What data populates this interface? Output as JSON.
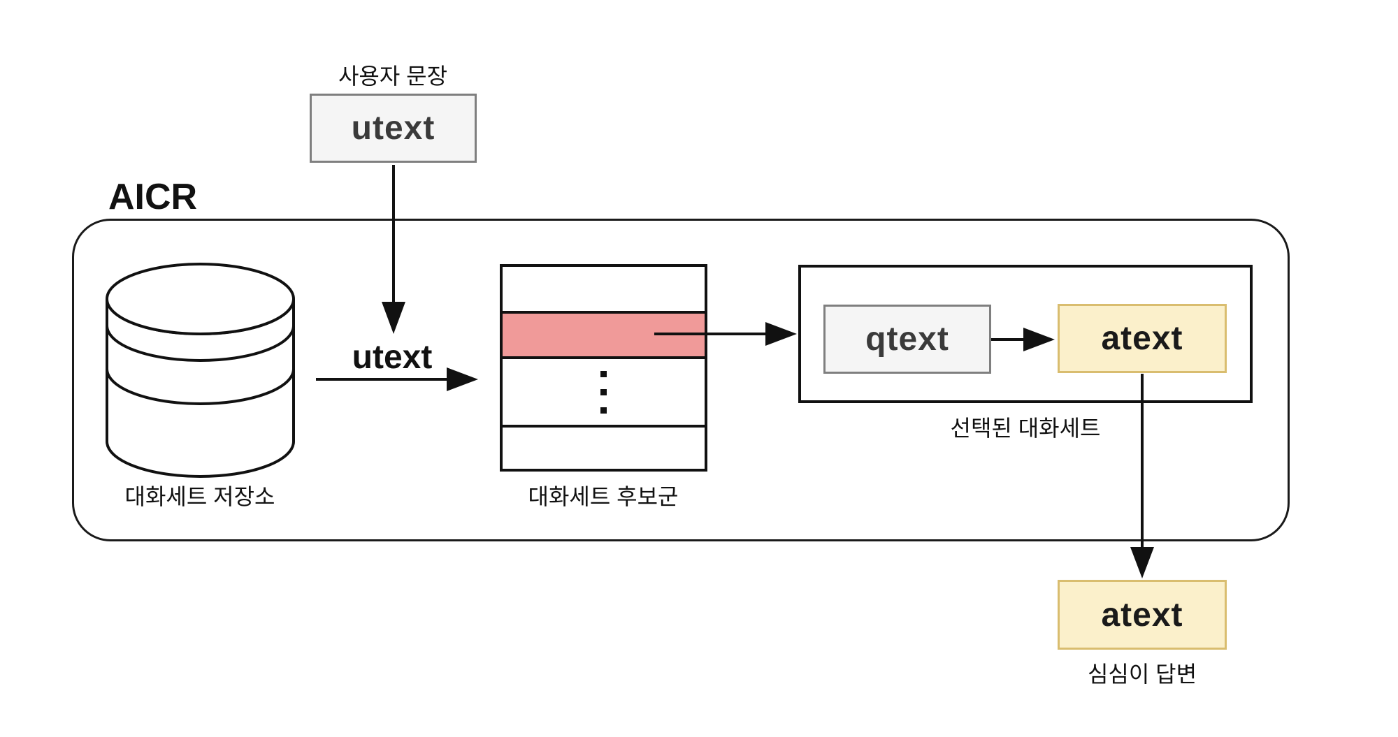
{
  "colors": {
    "pink": "#F09A99",
    "cream_fill": "#FBF0CB",
    "cream_border": "#D9BD6F",
    "gray_fill": "#F5F5F5",
    "gray_border": "#7F7F7F"
  },
  "diagram": {
    "container_label": "AICR",
    "input": {
      "label": "사용자 문장",
      "node": "utext"
    },
    "storage": {
      "label": "대화세트 저장소"
    },
    "edge_utext_label": "utext",
    "candidates": {
      "label": "대화세트 후보군"
    },
    "selected": {
      "label": "선택된 대화세트",
      "qtext": "qtext",
      "atext": "atext"
    },
    "answer": {
      "label": "심심이 답변",
      "node": "atext"
    }
  }
}
